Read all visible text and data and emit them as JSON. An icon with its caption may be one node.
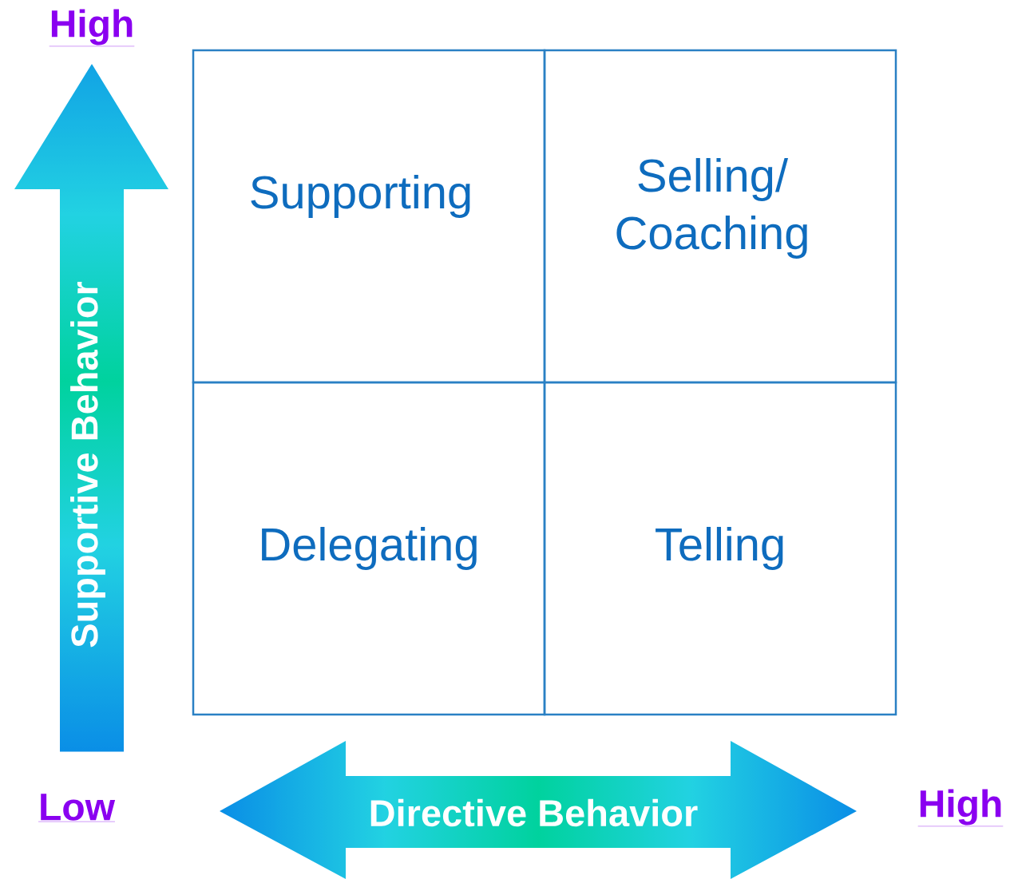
{
  "diagram": {
    "nodes": [
      {
        "text": [
          "Supporting"
        ]
      },
      {
        "text": [
          "Selling/ Coaching"
        ]
      },
      {
        "text": [
          "Delegating"
        ]
      },
      {
        "text": [
          "Telling"
        ]
      }
    ],
    "labels": [
      "High",
      "Supportive Behavior",
      "Low",
      "Directive Behavior",
      "High"
    ]
  }
}
